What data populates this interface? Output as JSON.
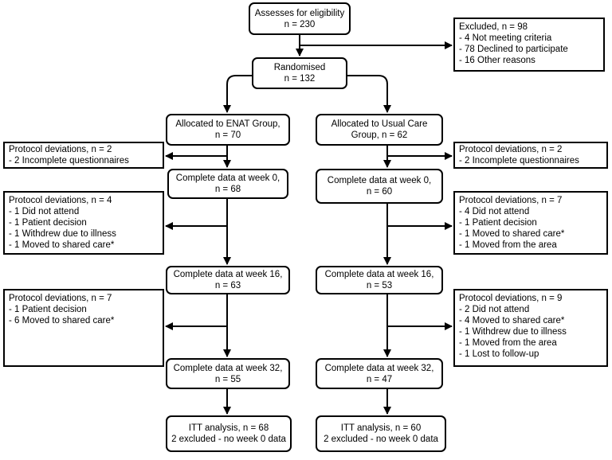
{
  "flowchart": {
    "assess": {
      "line1": "Assesses for eligibility",
      "line2": "n = 230"
    },
    "excluded": {
      "title": "Excluded, n = 98",
      "items": [
        "- 4 Not meeting criteria",
        "- 78 Declined to participate",
        "- 16 Other reasons"
      ]
    },
    "randomised": {
      "line1": "Randomised",
      "line2": "n = 132"
    },
    "enat": {
      "allocated": {
        "line1": "Allocated to ENAT Group,",
        "line2": "n = 70"
      },
      "dev1": {
        "title": "Protocol deviations, n = 2",
        "items": [
          "- 2 Incomplete questionnaires"
        ]
      },
      "week0": {
        "line1": "Complete data at week 0,",
        "line2": "n = 68"
      },
      "dev2": {
        "title": "Protocol deviations, n = 4",
        "items": [
          "- 1 Did not attend",
          "- 1 Patient decision",
          "- 1 Withdrew due to illness",
          "- 1 Moved to shared care*"
        ]
      },
      "week16": {
        "line1": "Complete data at week 16,",
        "line2": "n = 63"
      },
      "dev3": {
        "title": "Protocol deviations, n = 7",
        "items": [
          "- 1 Patient decision",
          "- 6 Moved to shared care*"
        ]
      },
      "week32": {
        "line1": "Complete data at week 32,",
        "line2": "n = 55"
      },
      "itt": {
        "line1": "ITT analysis, n = 68",
        "line2": "2 excluded - no week 0 data"
      }
    },
    "usual": {
      "allocated": {
        "line1": "Allocated to Usual Care",
        "line2": "Group, n = 62"
      },
      "dev1": {
        "title": "Protocol deviations, n = 2",
        "items": [
          "- 2 Incomplete questionnaires"
        ]
      },
      "week0": {
        "line1": "Complete data at week 0,",
        "line2": "n = 60"
      },
      "dev2": {
        "title": "Protocol deviations, n = 7",
        "items": [
          "- 4 Did not attend",
          "- 1 Patient decision",
          "- 1 Moved to shared care*",
          "- 1 Moved from the area"
        ]
      },
      "week16": {
        "line1": "Complete data at week 16,",
        "line2": "n = 53"
      },
      "dev3": {
        "title": "Protocol deviations, n = 9",
        "items": [
          "- 2 Did not attend",
          "- 4 Moved to shared care*",
          "- 1 Withdrew due to illness",
          "- 1 Moved from the area",
          "- 1 Lost to follow-up"
        ]
      },
      "week32": {
        "line1": "Complete data at week 32,",
        "line2": "n = 47"
      },
      "itt": {
        "line1": "ITT analysis, n = 60",
        "line2": "2 excluded - no week 0 data"
      }
    }
  }
}
